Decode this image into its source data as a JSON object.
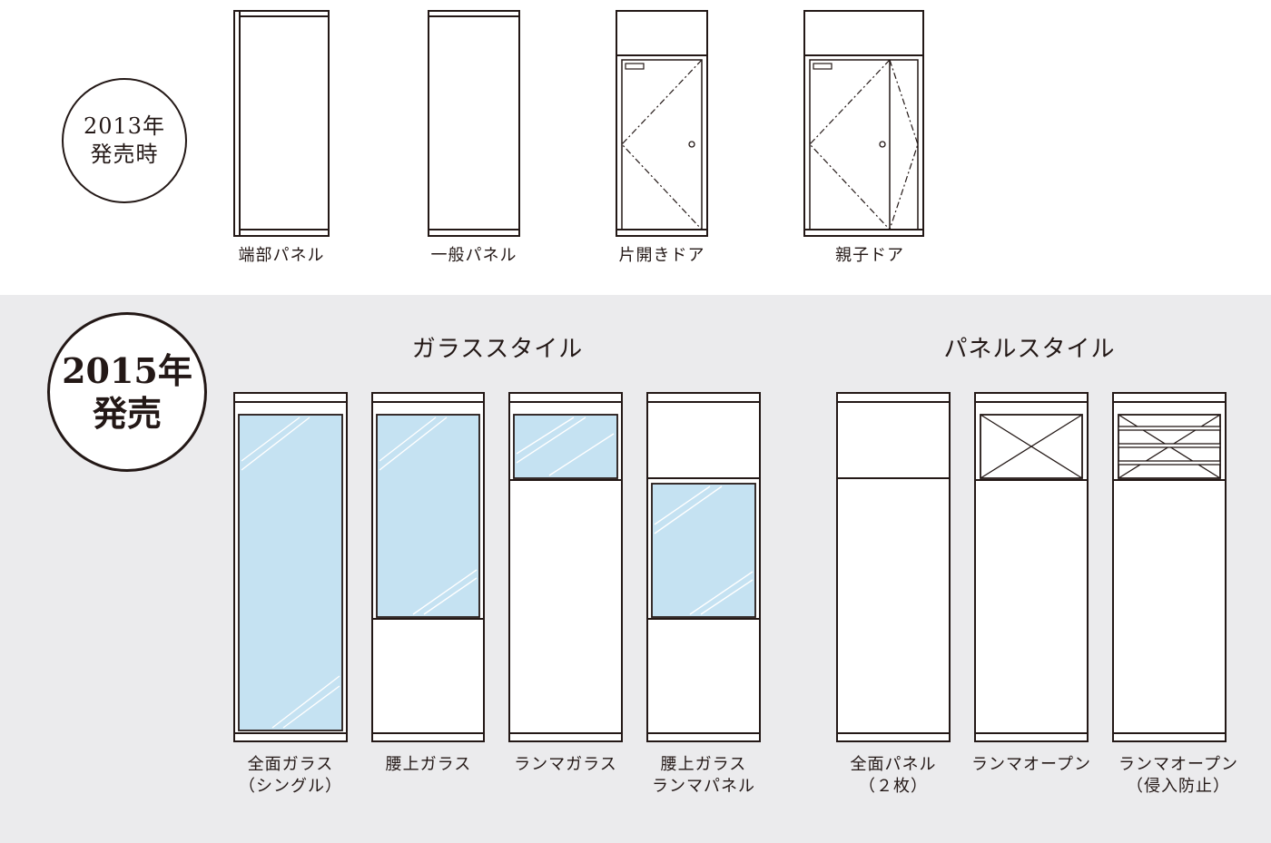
{
  "badges": {
    "release_2013": {
      "year": "2013年",
      "label": "発売時"
    },
    "release_2015": {
      "year": "2015年",
      "label": "発売"
    }
  },
  "panels_2013": [
    {
      "name": "端部パネル"
    },
    {
      "name": "一般パネル"
    },
    {
      "name": "片開きドア"
    },
    {
      "name": "親子ドア"
    }
  ],
  "groups": {
    "glass_style": {
      "title": "ガラススタイル",
      "items": [
        {
          "line1": "全面ガラス",
          "line2": "（シングル）"
        },
        {
          "line1": "腰上ガラス",
          "line2": ""
        },
        {
          "line1": "ランマガラス",
          "line2": ""
        },
        {
          "line1": "腰上ガラス",
          "line2": "ランマパネル"
        }
      ]
    },
    "panel_style": {
      "title": "パネルスタイル",
      "items": [
        {
          "line1": "全面パネル",
          "line2": "（２枚）"
        },
        {
          "line1": "ランマオープン",
          "line2": ""
        },
        {
          "line1": "ランマオープン",
          "line2": "（侵入防止）"
        }
      ]
    }
  },
  "colors": {
    "line": "#231816",
    "glass": "#c5e2f2",
    "background_2015": "#ebebed",
    "background_2013": "#ffffff"
  }
}
